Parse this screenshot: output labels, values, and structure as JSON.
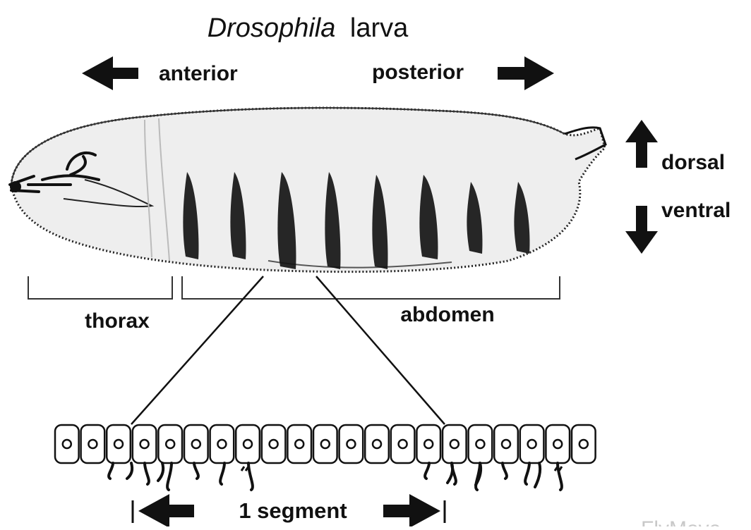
{
  "title": {
    "italic": "Drosophila",
    "plain": "larva"
  },
  "axes": {
    "anterior": "anterior",
    "posterior": "posterior",
    "dorsal": "dorsal",
    "ventral": "ventral"
  },
  "regions": {
    "thorax": "thorax",
    "abdomen": "abdomen"
  },
  "segment_label": "1 segment",
  "watermark": "FlyMove",
  "larva": {
    "denticle_bands": 8
  },
  "cell_row": {
    "cells": 21,
    "ventral_hairs": 18
  },
  "colors": {
    "ink": "#111111",
    "body": "#eeeeee",
    "outline": "#222222",
    "band": "#151515"
  }
}
